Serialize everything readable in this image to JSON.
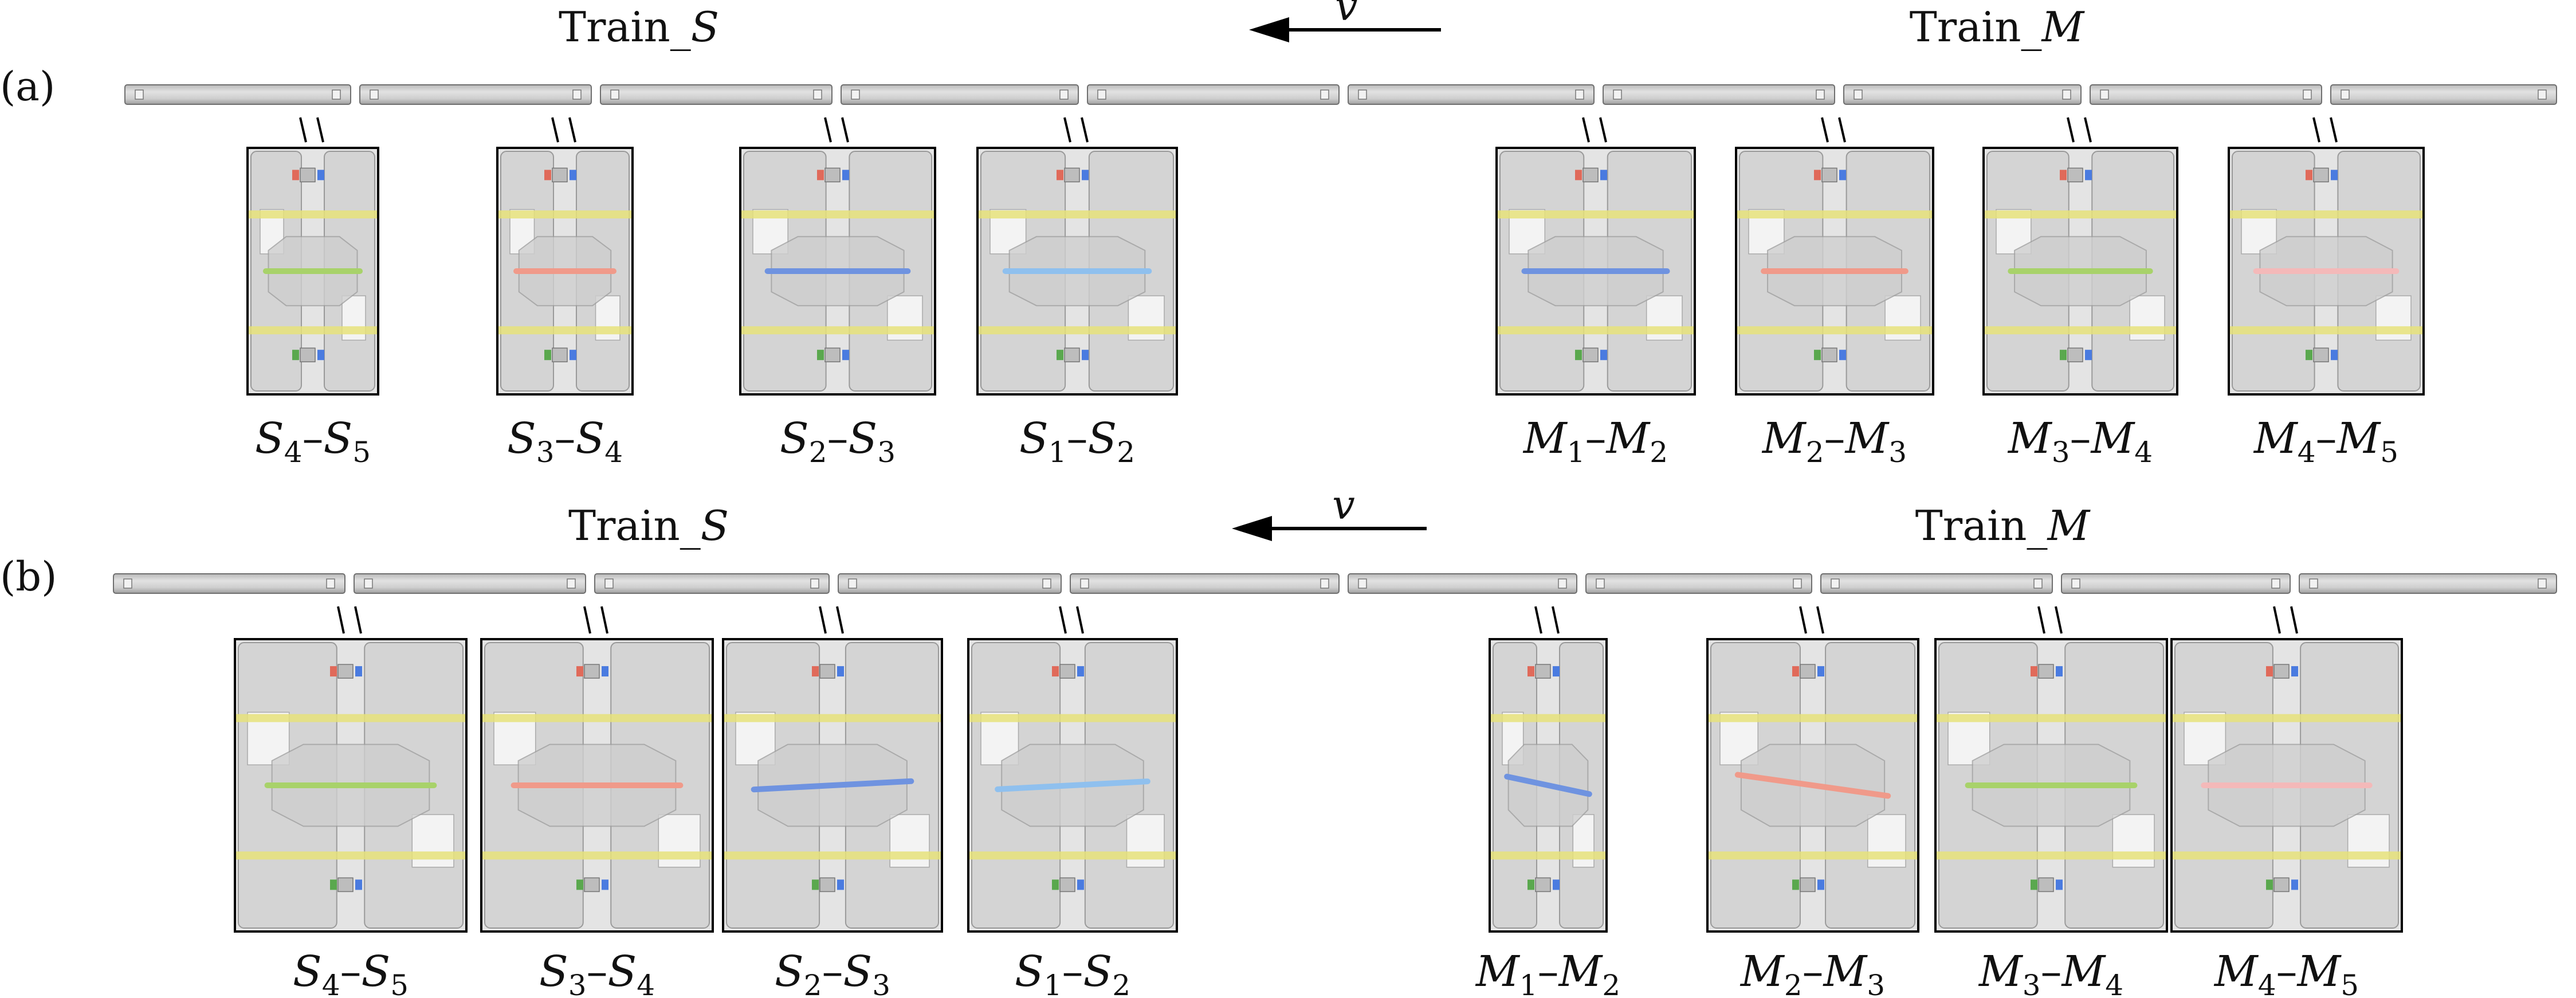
{
  "colors": {
    "car_body": "#c9c9c9",
    "car_edge": "#6f6f6f",
    "coupler_bg": "#e4e4e4",
    "rail_yellow": "#e6e27a",
    "green_rod": "#a8d26a",
    "red_rod": "#f09a8a",
    "blue_rod": "#6f93e0",
    "light_blue_rod": "#8fc0ee",
    "pink_rod": "#f4b9b9"
  },
  "panels": [
    {
      "label": "(a)",
      "direction": "v",
      "train_s": {
        "prefix": "Train_",
        "letter": "S"
      },
      "train_m": {
        "prefix": "Train_",
        "letter": "M"
      },
      "couplers": [
        {
          "a": "S",
          "a_sub": "4",
          "b": "S",
          "b_sub": "5",
          "rod": "green",
          "tilt": 0
        },
        {
          "a": "S",
          "a_sub": "3",
          "b": "S",
          "b_sub": "4",
          "rod": "red",
          "tilt": 0
        },
        {
          "a": "S",
          "a_sub": "2",
          "b": "S",
          "b_sub": "3",
          "rod": "blue",
          "tilt": 0
        },
        {
          "a": "S",
          "a_sub": "1",
          "b": "S",
          "b_sub": "2",
          "rod": "lightblue",
          "tilt": 0
        },
        {
          "a": "M",
          "a_sub": "1",
          "b": "M",
          "b_sub": "2",
          "rod": "blue",
          "tilt": 0
        },
        {
          "a": "M",
          "a_sub": "2",
          "b": "M",
          "b_sub": "3",
          "rod": "red",
          "tilt": 0
        },
        {
          "a": "M",
          "a_sub": "3",
          "b": "M",
          "b_sub": "4",
          "rod": "green",
          "tilt": 0
        },
        {
          "a": "M",
          "a_sub": "4",
          "b": "M",
          "b_sub": "5",
          "rod": "pink",
          "tilt": 0
        }
      ]
    },
    {
      "label": "(b)",
      "direction": "v",
      "train_s": {
        "prefix": "Train_",
        "letter": "S"
      },
      "train_m": {
        "prefix": "Train_",
        "letter": "M"
      },
      "couplers": [
        {
          "a": "S",
          "a_sub": "4",
          "b": "S",
          "b_sub": "5",
          "rod": "green",
          "tilt": 0
        },
        {
          "a": "S",
          "a_sub": "3",
          "b": "S",
          "b_sub": "4",
          "rod": "red",
          "tilt": 0
        },
        {
          "a": "S",
          "a_sub": "2",
          "b": "S",
          "b_sub": "3",
          "rod": "blue",
          "tilt": 3
        },
        {
          "a": "S",
          "a_sub": "1",
          "b": "S",
          "b_sub": "2",
          "rod": "lightblue",
          "tilt": 3
        },
        {
          "a": "M",
          "a_sub": "1",
          "b": "M",
          "b_sub": "2",
          "rod": "blue",
          "tilt": -12
        },
        {
          "a": "M",
          "a_sub": "2",
          "b": "M",
          "b_sub": "3",
          "rod": "red",
          "tilt": -8
        },
        {
          "a": "M",
          "a_sub": "3",
          "b": "M",
          "b_sub": "4",
          "rod": "green",
          "tilt": 0
        },
        {
          "a": "M",
          "a_sub": "4",
          "b": "M",
          "b_sub": "5",
          "rod": "pink",
          "tilt": 0
        }
      ]
    }
  ]
}
